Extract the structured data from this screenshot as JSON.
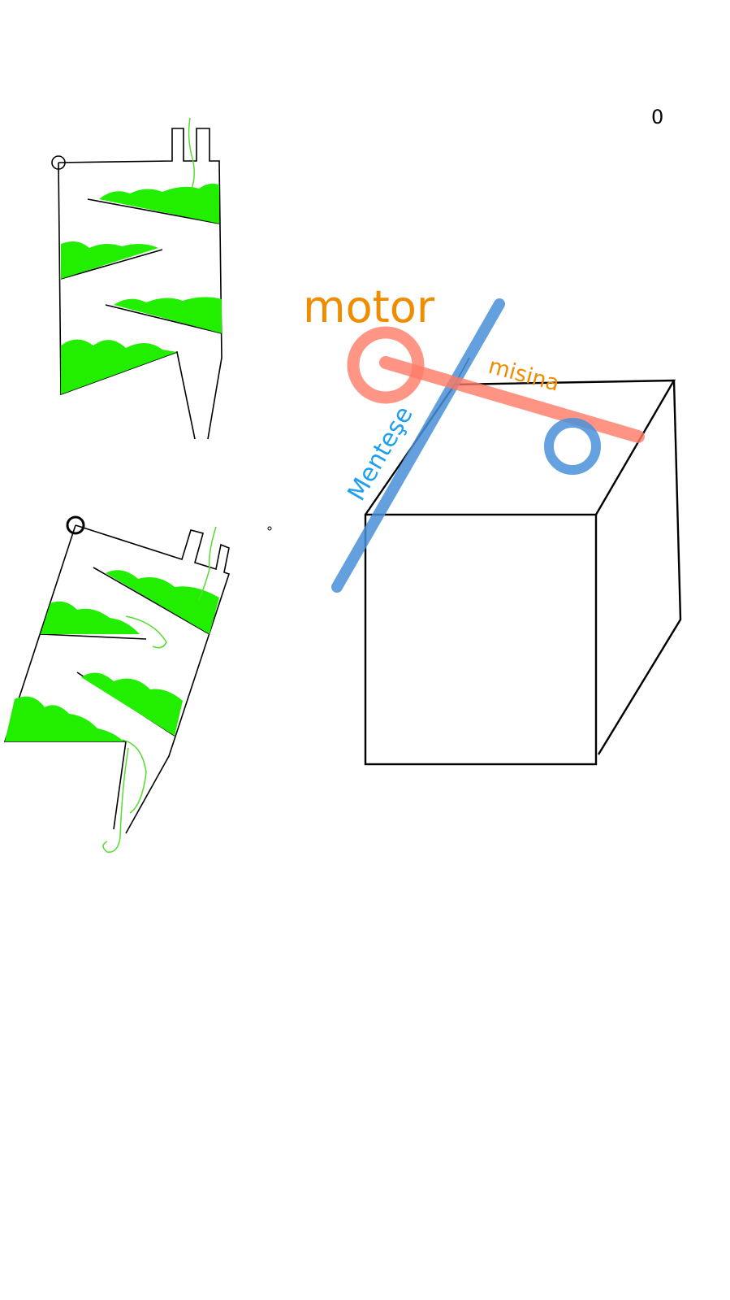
{
  "labels": {
    "motor": "motor",
    "misina": "misina",
    "mentese": "Menteşe",
    "corner_mark": "0"
  },
  "colors": {
    "ink": "#000000",
    "green_fill": "#22ee00",
    "green_stroke": "#55dd33",
    "motor_red": "#ff7a66",
    "hinge_blue": "#4a90d9",
    "label_orange": "#f08c00",
    "label_blue": "#1ea0f0"
  },
  "icons": {
    "motor_ring": "circle-ring",
    "pulley_ring": "circle-ring",
    "hinge_knob": "small-circle"
  }
}
